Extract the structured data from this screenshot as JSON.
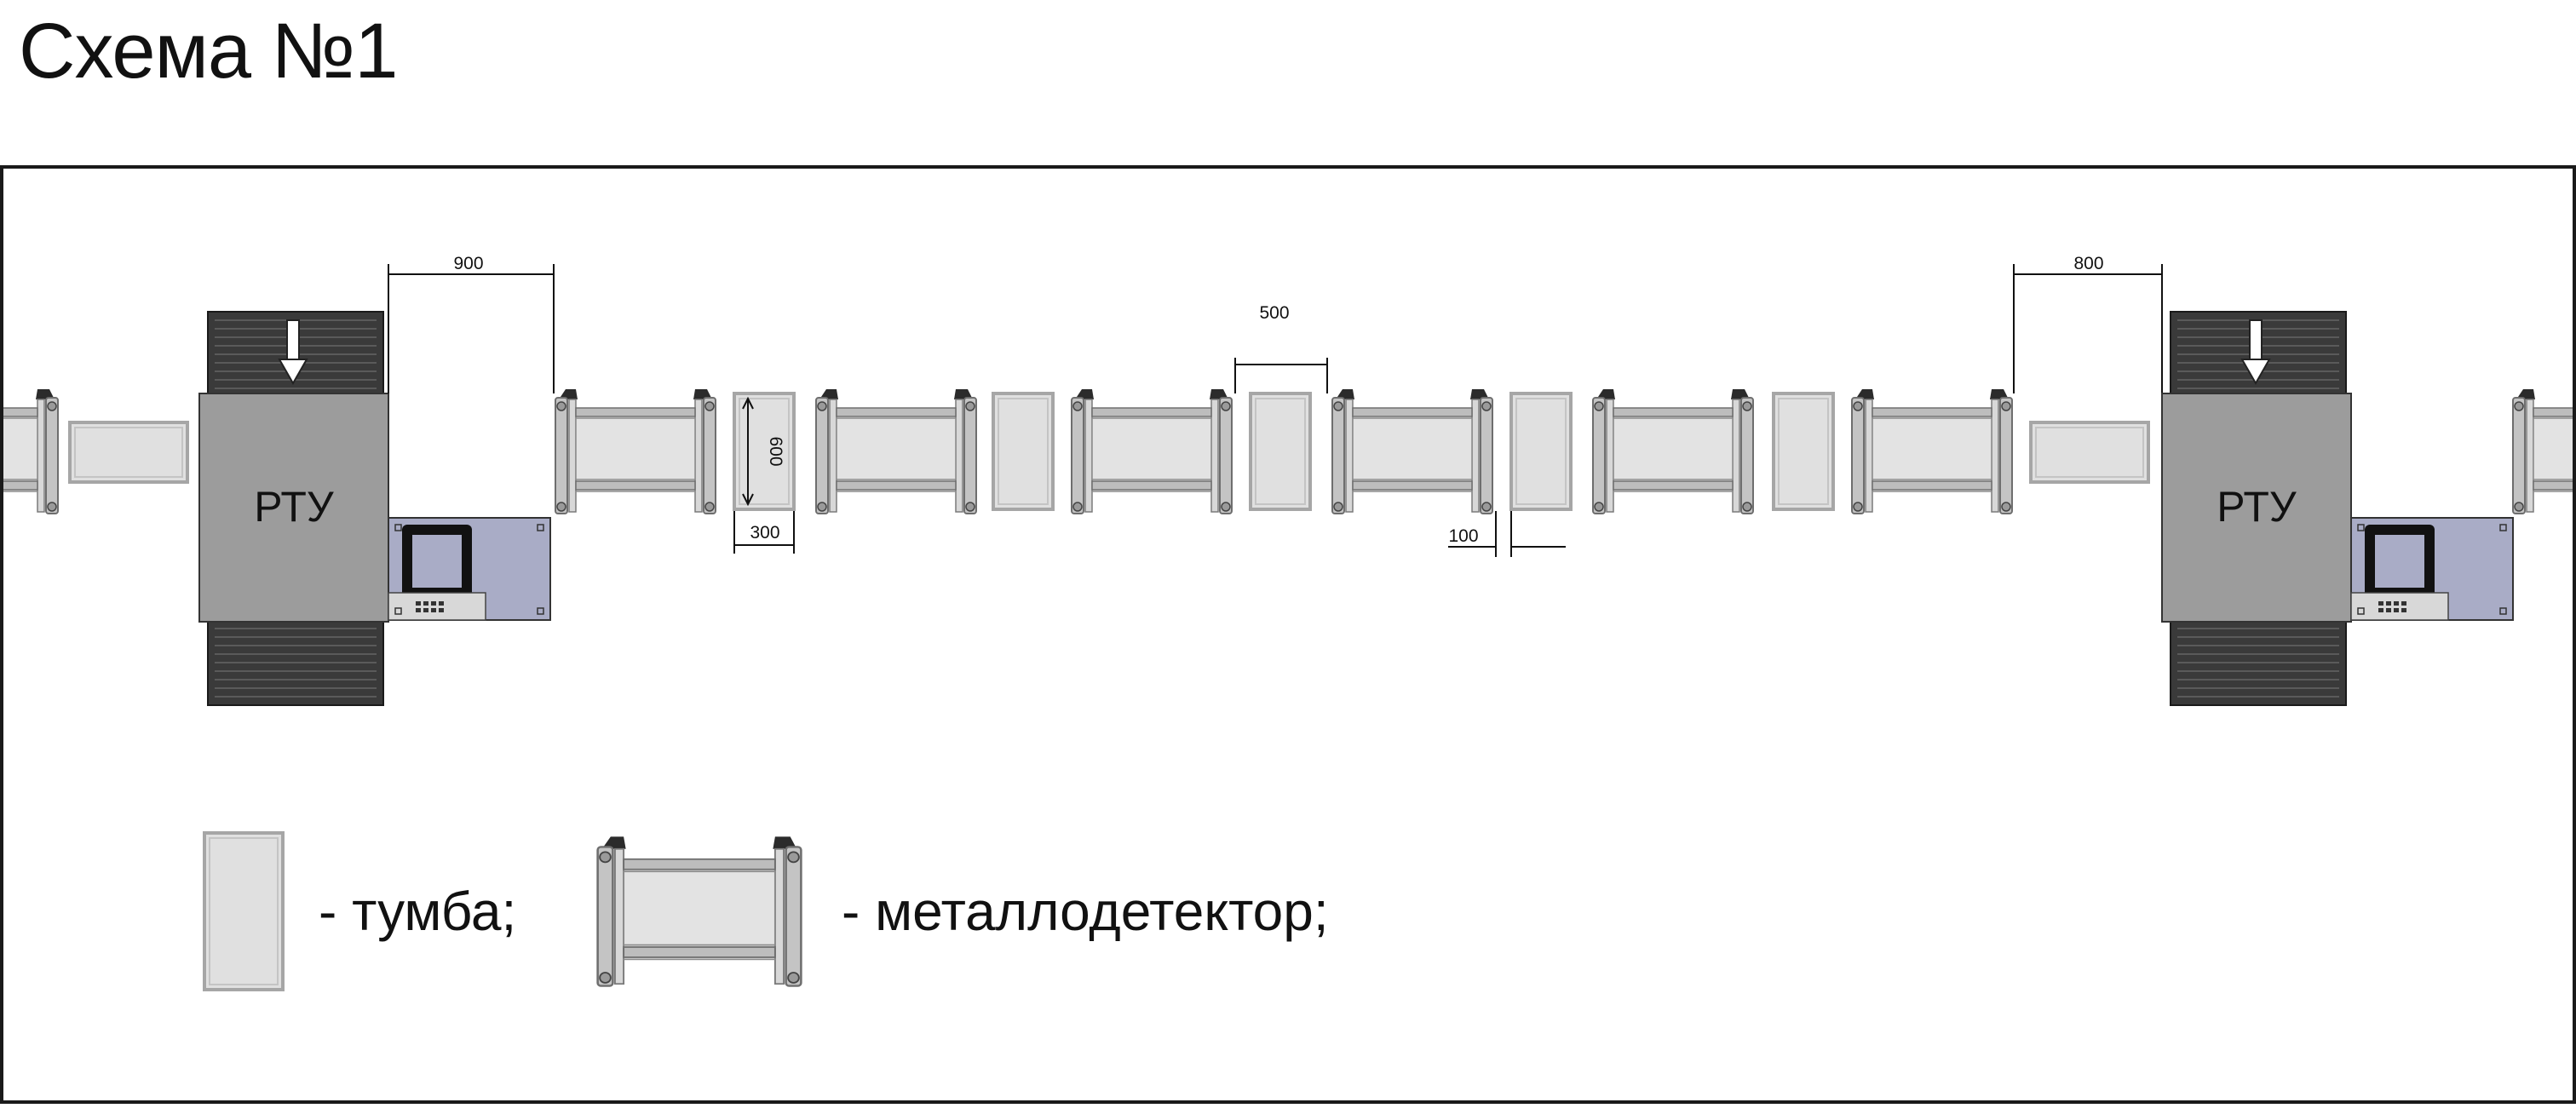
{
  "title": "Схема №1",
  "rtu_label": "РТУ",
  "dimensions": {
    "d900": "900",
    "d500": "500",
    "d800": "800",
    "d600": "600",
    "d300": "300",
    "d100": "100"
  },
  "legend": {
    "stand_label": "- тумба;",
    "detector_label": "- металлодетектор;"
  },
  "colors": {
    "frame": "#1a1a1a",
    "rtu_body": "#9b9b9b",
    "belt": "#3a3a3a",
    "panel": "#a9acc6",
    "stand_fill": "#dedede",
    "stand_border": "#a8a8a8",
    "detector_frame": "#c8c8c8",
    "detector_panel": "#e2e2e2"
  },
  "icons": {
    "arrow": "down-arrow-icon"
  }
}
